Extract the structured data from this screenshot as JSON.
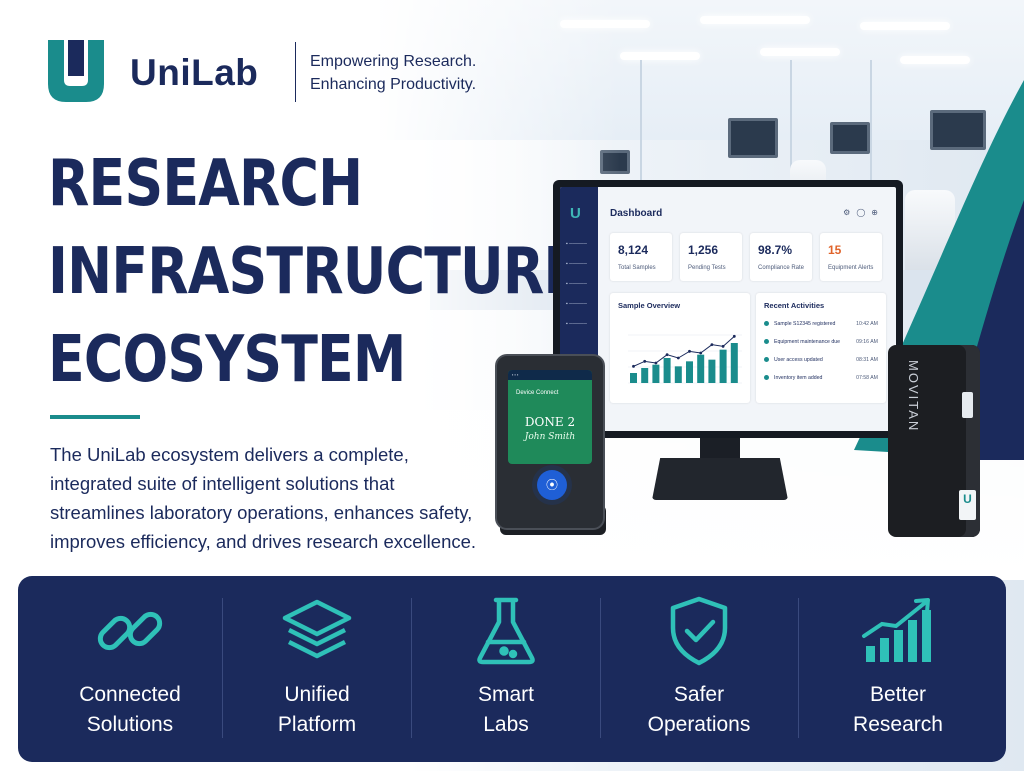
{
  "brand": {
    "name": "UniLab",
    "logo_glyph": "U",
    "tagline_line1": "Empowering Research.",
    "tagline_line2": "Enhancing Productivity."
  },
  "headline": {
    "line1": "RESEARCH",
    "line2": "INFRASTRUCTURE",
    "line3": "ECOSYSTEM"
  },
  "body_text": "The UniLab   ecosystem delivers a complete, integrated suite of intelligent solutions that streamlines laboratory operations, enhances safety, improves efficiency, and drives research excellence.",
  "monitor": {
    "title": "Dashboard",
    "header_icons": [
      "settings-icon",
      "bell-icon",
      "plus-icon"
    ],
    "kpis": [
      {
        "value": "8,124",
        "label": "Total Samples",
        "color": "#1b2a5c"
      },
      {
        "value": "1,256",
        "label": "Pending Tests",
        "color": "#1b2a5c"
      },
      {
        "value": "98.7%",
        "label": "Compliance Rate",
        "color": "#1b2a5c"
      },
      {
        "value": "15",
        "label": "Equipment Alerts",
        "color": "#e0632a"
      }
    ],
    "chart_title": "Sample Overview",
    "chart_values": [
      12,
      18,
      22,
      30,
      20,
      26,
      34,
      28,
      40,
      48
    ],
    "line_values": [
      20,
      26,
      24,
      34,
      30,
      38,
      36,
      46,
      44,
      56
    ],
    "activities_title": "Recent Activities",
    "activities": [
      {
        "text": "Sample S12345 registered",
        "time": "10:42 AM"
      },
      {
        "text": "Equipment maintenance due",
        "time": "09:16 AM"
      },
      {
        "text": "User access updated",
        "time": "08:31 AM"
      },
      {
        "text": "Inventory item added",
        "time": "07:58 AM"
      }
    ]
  },
  "handheld": {
    "header": "Device Connect",
    "line_main": "DONE 2",
    "line_name": "John Smith",
    "nfc_icon": "wireless-icon"
  },
  "device_box": {
    "label": "MOVITAN",
    "sticker": "U"
  },
  "features": [
    {
      "icon": "link-icon",
      "line1": "Connected",
      "line2": "Solutions"
    },
    {
      "icon": "layers-icon",
      "line1": "Unified",
      "line2": "Platform"
    },
    {
      "icon": "flask-icon",
      "line1": "Smart",
      "line2": "Labs"
    },
    {
      "icon": "shield-check-icon",
      "line1": "Safer",
      "line2": "Operations"
    },
    {
      "icon": "growth-chart-icon",
      "line1": "Better",
      "line2": "Research"
    }
  ],
  "colors": {
    "navy": "#1b2a5c",
    "teal": "#1a8c8c",
    "icon_teal": "#2fc1b8",
    "alert_orange": "#e0632a"
  }
}
